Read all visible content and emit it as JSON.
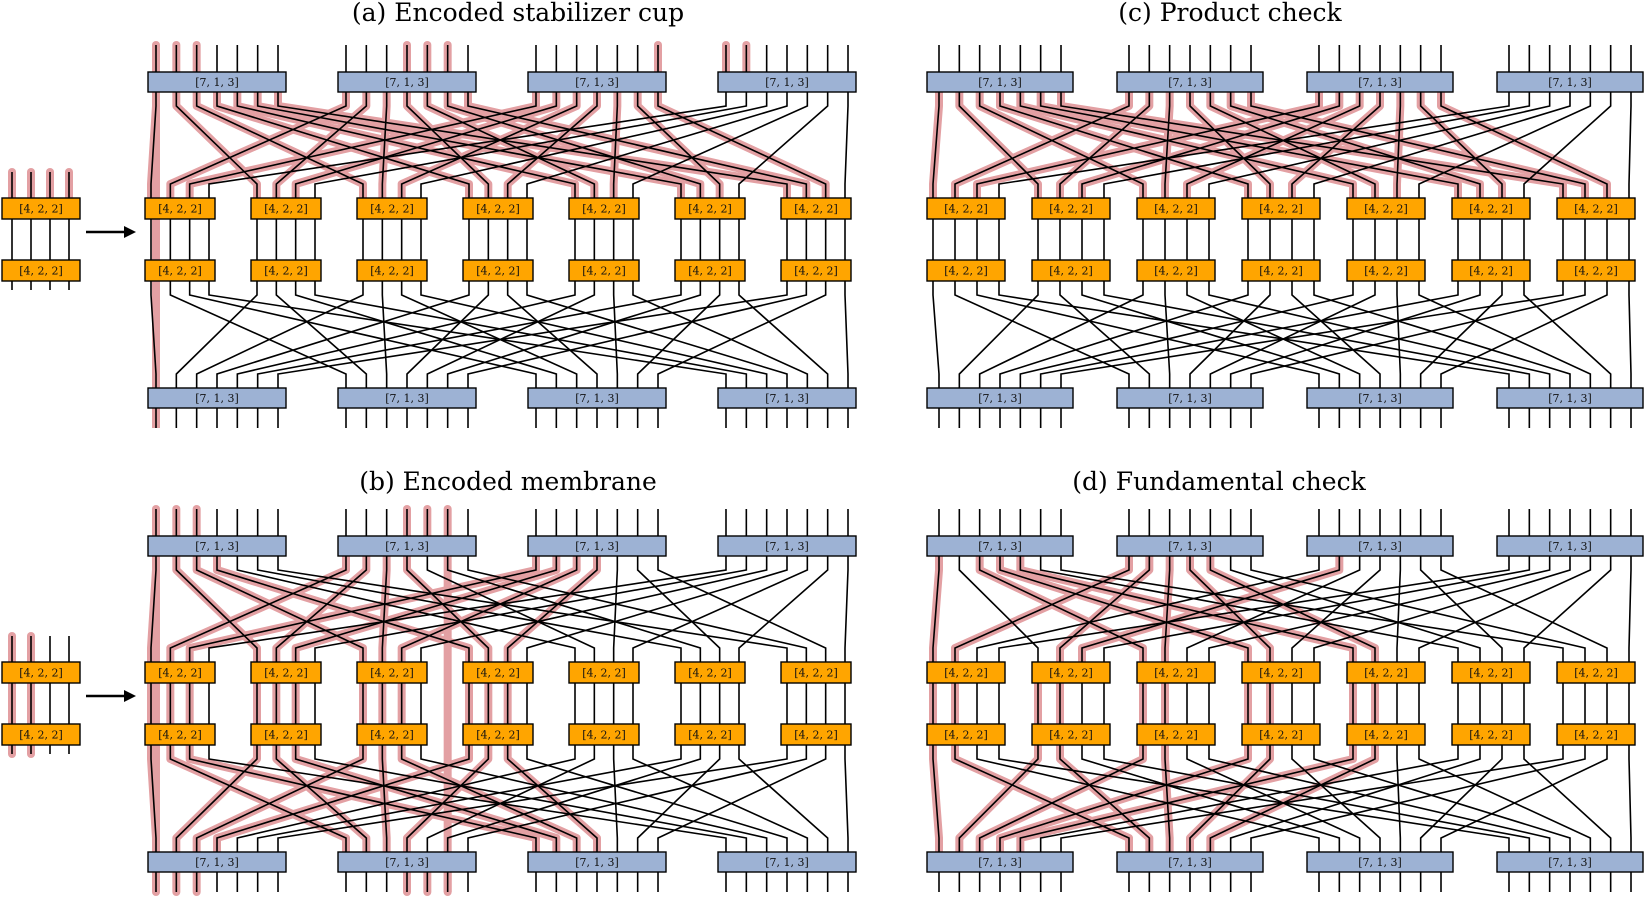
{
  "panels": [
    {
      "key": "a",
      "title": "(a) Encoded stabilizer cup",
      "inset": true,
      "highlight": {
        "top_stubs": [
          0,
          1,
          2,
          10,
          11,
          12,
          20,
          21,
          22,
          30,
          31,
          32
        ],
        "x_wires": [
          0,
          1,
          2,
          4,
          5,
          6,
          8,
          9,
          10,
          12,
          13,
          14,
          16,
          17,
          18,
          20,
          21,
          22,
          24,
          25,
          26,
          28,
          29,
          30
        ],
        "inner_wires": [],
        "bottom_wires": [],
        "bottom_stubs": [],
        "straight_up": [
          0
        ]
      }
    },
    {
      "key": "c",
      "title": "(c) Product check",
      "inset": false,
      "highlight": {
        "top_stubs": [],
        "x_wires": [
          0,
          1,
          2,
          4,
          5,
          6,
          8,
          9,
          10,
          12,
          13,
          14,
          16,
          17,
          18,
          20,
          21,
          22,
          24,
          25,
          26,
          28,
          29,
          30,
          32,
          33,
          34
        ],
        "inner_wires": [],
        "bottom_wires": [],
        "bottom_stubs": [],
        "straight_up": []
      }
    },
    {
      "key": "b",
      "title": "(b) Encoded membrane",
      "inset": true,
      "highlight": {
        "top_stubs": [
          0,
          1,
          2,
          10,
          11,
          12
        ],
        "x_wires": [
          0,
          1,
          2,
          4,
          5,
          6,
          8,
          9,
          10,
          12,
          13,
          14
        ],
        "inner_wires": [
          0,
          1,
          2,
          4,
          5,
          6,
          8,
          9,
          10
        ],
        "bottom_wires": [
          0,
          1,
          2,
          4,
          5,
          6,
          8,
          9,
          10,
          12,
          13,
          14
        ],
        "bottom_stubs": [
          0,
          1,
          2,
          10,
          11,
          12
        ],
        "straight_up": [
          0,
          12
        ]
      }
    },
    {
      "key": "d",
      "title": "(d) Fundamental check",
      "inset": false,
      "highlight": {
        "top_stubs": [],
        "x_wires": [
          0,
          1,
          5,
          6,
          8,
          9,
          12,
          13,
          16,
          17
        ],
        "inner_wires": [
          0,
          1,
          4,
          5,
          12,
          13,
          16,
          17
        ],
        "bottom_wires": [
          0,
          1,
          4,
          5,
          8,
          9,
          12,
          13,
          16,
          17
        ],
        "bottom_stubs": [],
        "straight_up": []
      }
    }
  ],
  "blocks": {
    "outer_label": "[7, 1, 3]",
    "inner_label": "[4, 2, 2]",
    "outer_count": 4,
    "inner_count": 7,
    "wires_per_outer": 7,
    "wires_per_inner": 4
  },
  "arrow_icon": "right-arrow",
  "colors": {
    "outer_fill": "#9db2d4",
    "inner_fill": "#ffa500",
    "wire": "#000000",
    "highlight": "#e3a0a3"
  }
}
